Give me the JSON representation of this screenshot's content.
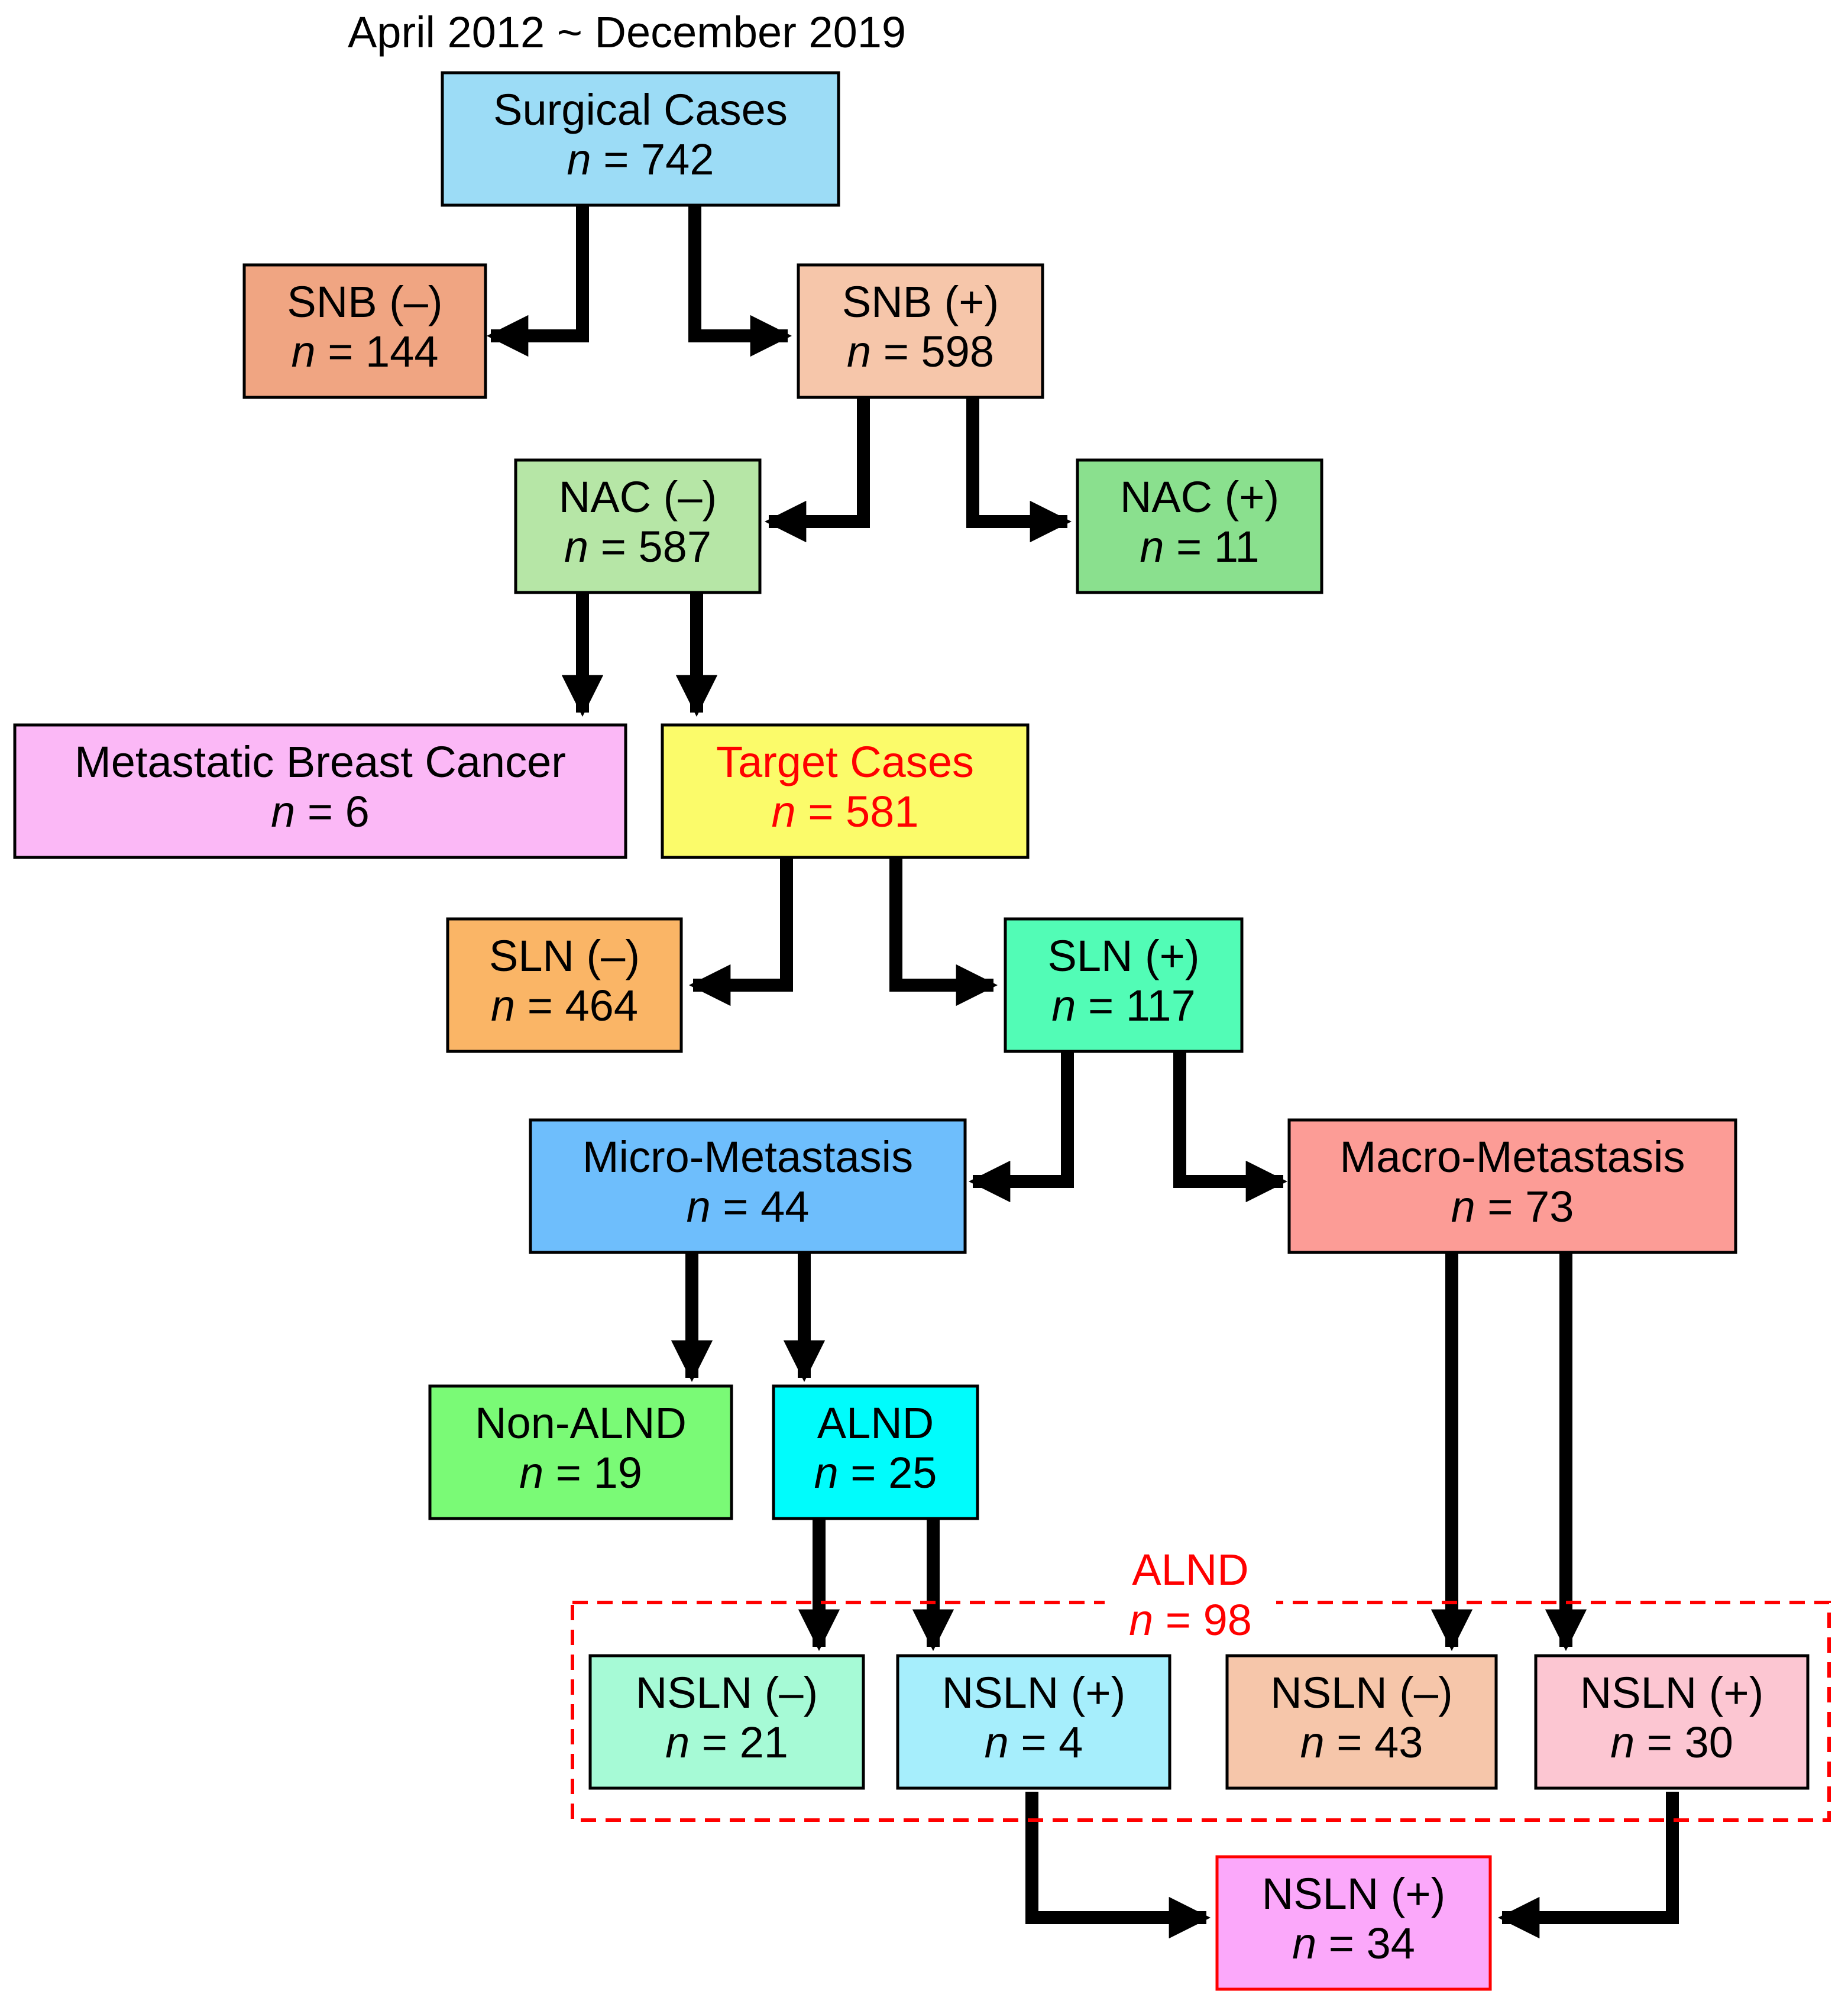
{
  "header": {
    "period": "April 2012 ~ December 2019"
  },
  "boxes": {
    "surgical": {
      "title": "Surgical Cases",
      "n": "742",
      "fill": "#9cdcf6"
    },
    "snb_neg": {
      "title": "SNB (–)",
      "n": "144",
      "fill": "#f0a582"
    },
    "snb_pos": {
      "title": "SNB (+)",
      "n": "598",
      "fill": "#f6c6aa"
    },
    "nac_neg": {
      "title": "NAC (–)",
      "n": "587",
      "fill": "#b6e6a6"
    },
    "nac_pos": {
      "title": "NAC (+)",
      "n": "11",
      "fill": "#8ae08e"
    },
    "metastatic": {
      "title": "Metastatic Breast Cancer",
      "n": "6",
      "fill": "#fbb8f6"
    },
    "target": {
      "title": "Target Cases",
      "n": "581",
      "fill": "#fbfb6a",
      "text_color": "#ff0000"
    },
    "sln_neg": {
      "title": "SLN (–)",
      "n": "464",
      "fill": "#fab566"
    },
    "sln_pos": {
      "title": "SLN (+)",
      "n": "117",
      "fill": "#52fcb6"
    },
    "micro": {
      "title": "Micro-Metastasis",
      "n": "44",
      "fill": "#6ebefc"
    },
    "macro": {
      "title": "Macro-Metastasis",
      "n": "73",
      "fill": "#fc9c96"
    },
    "non_alnd": {
      "title": "Non-ALND",
      "n": "19",
      "fill": "#7afa76"
    },
    "alnd": {
      "title": "ALND",
      "n": "25",
      "fill": "#00fcfc"
    },
    "nsln_neg_1": {
      "title": "NSLN (–)",
      "n": "21",
      "fill": "#a6fad6"
    },
    "nsln_pos_1": {
      "title": "NSLN (+)",
      "n": "4",
      "fill": "#a6eefc"
    },
    "nsln_neg_2": {
      "title": "NSLN (–)",
      "n": "43",
      "fill": "#f6c6aa"
    },
    "nsln_pos_2": {
      "title": "NSLN (+)",
      "n": "30",
      "fill": "#fcc6d2"
    },
    "nsln_total": {
      "title": "NSLN (+)",
      "n": "34",
      "fill": "#fba8fa",
      "border": "#ff0000"
    }
  },
  "alnd_group": {
    "title": "ALND",
    "n": "98",
    "color": "#ff0000"
  },
  "n_symbol": "n",
  "equals": " = "
}
